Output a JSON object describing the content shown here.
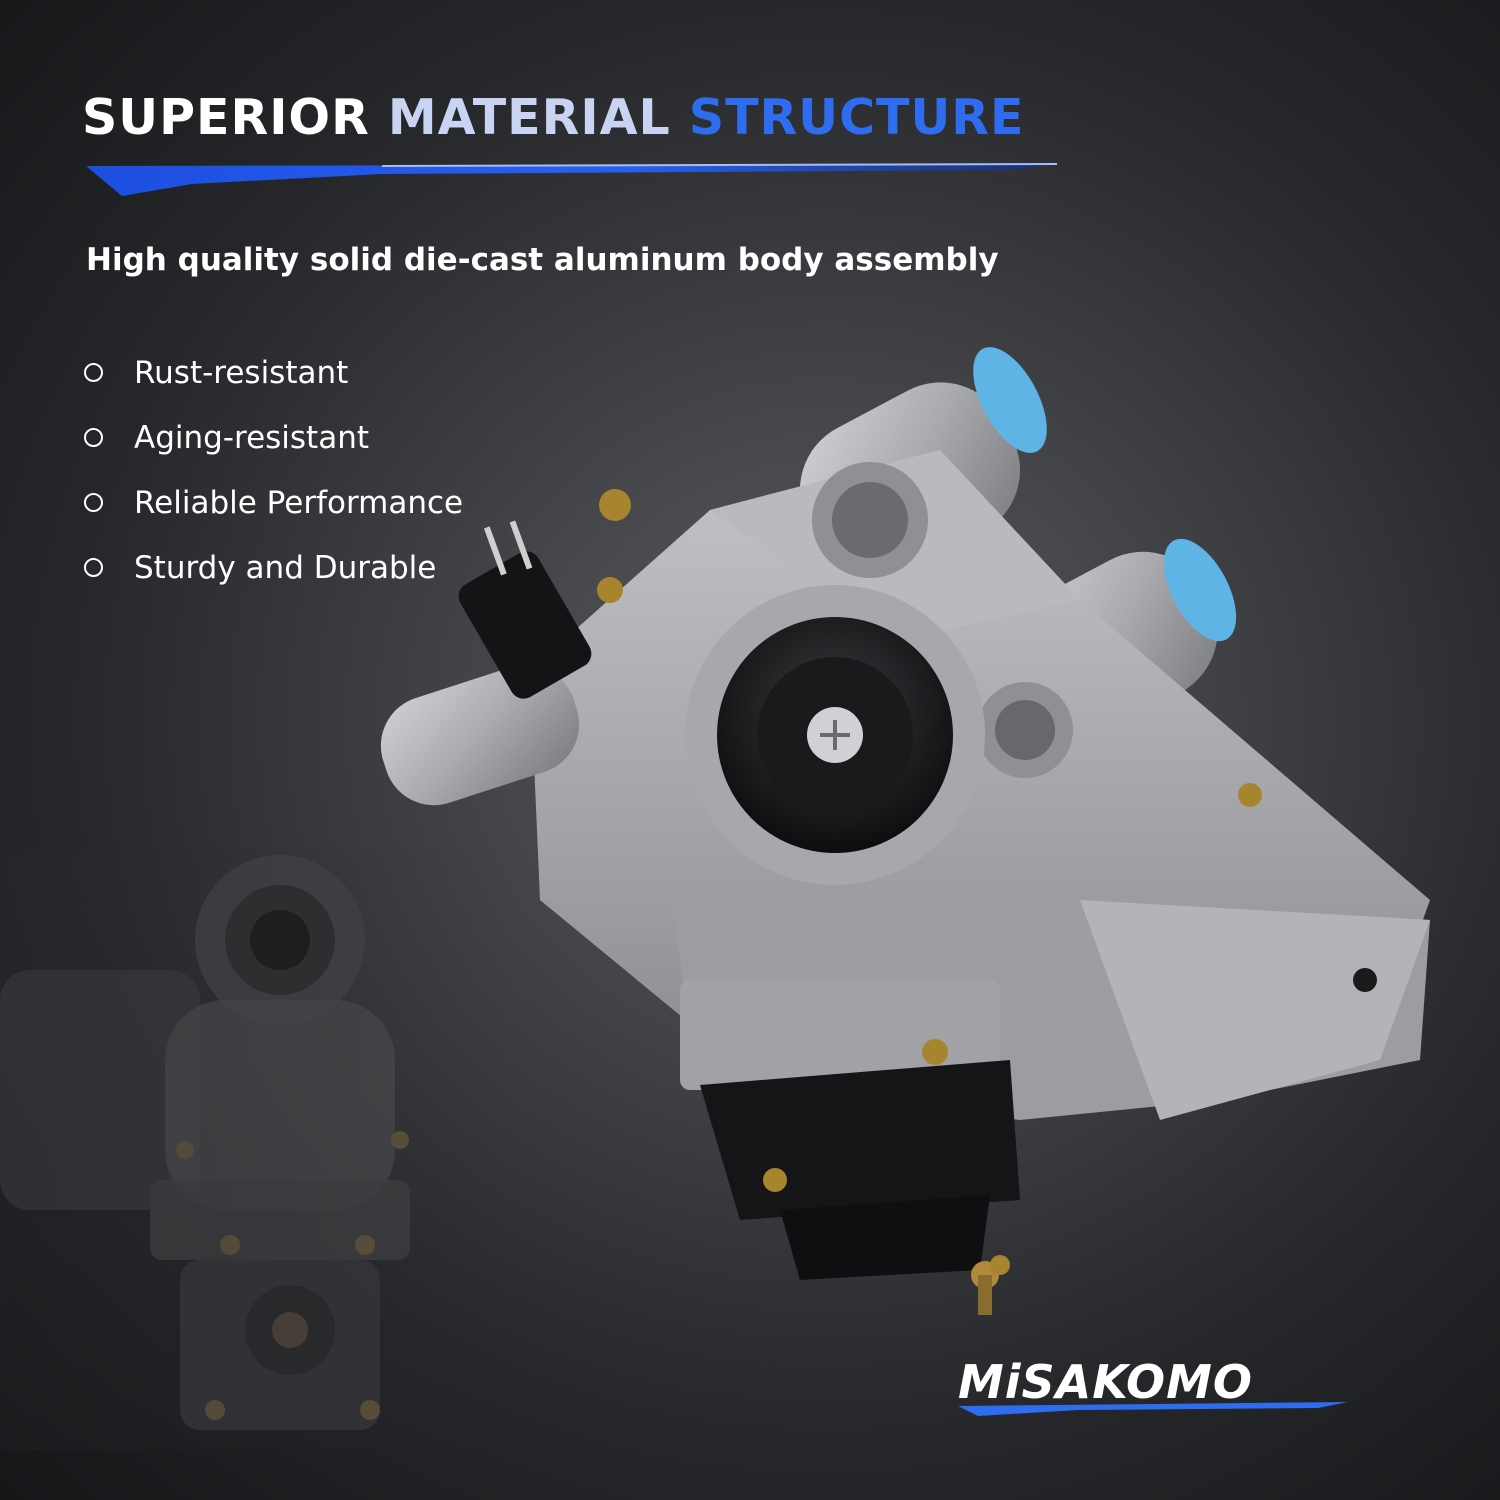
{
  "header": {
    "title_part1": "SUPERIOR",
    "title_part2": "MATERIAL",
    "title_part3": "STRUCTURE",
    "subtitle": "High quality solid die-cast aluminum body assembly"
  },
  "features": [
    "Rust-resistant",
    "Aging-resistant",
    "Reliable Performance",
    "Sturdy and Durable"
  ],
  "brand": {
    "logo": "MiSAKOMO"
  },
  "colors": {
    "accent_blue": "#2f6df0",
    "title_light": "#c9d4f2",
    "text": "#ffffff",
    "port_cap_blue": "#5fb4e6"
  }
}
